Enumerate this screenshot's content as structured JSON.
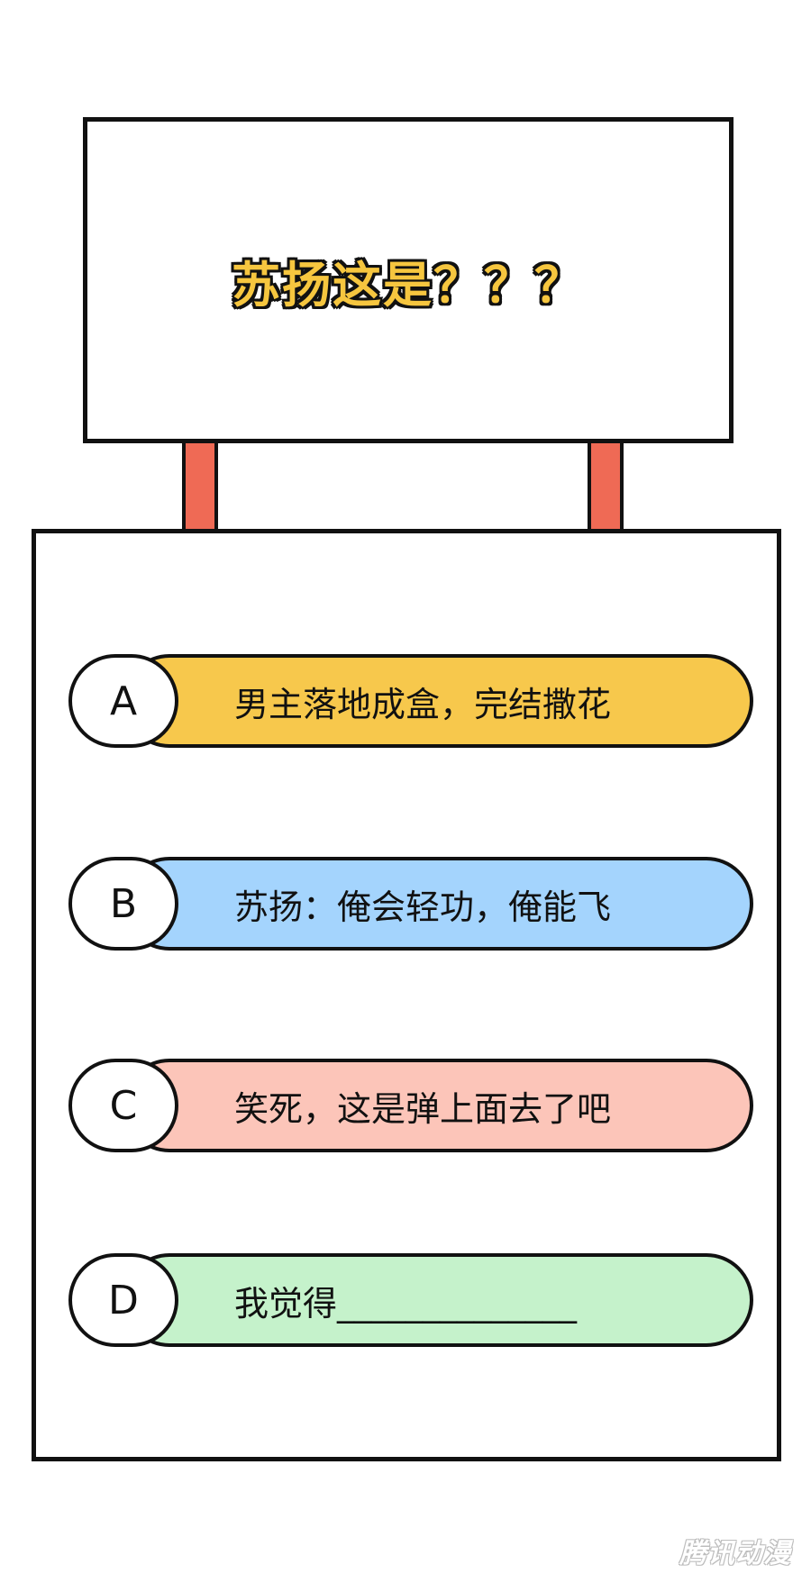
{
  "sign": {
    "title": "苏扬这是？？？"
  },
  "options": [
    {
      "letter": "A",
      "text": "男主落地成盒，完结撒花",
      "color": "#f7c84c"
    },
    {
      "letter": "B",
      "text": "苏扬：俺会轻功，俺能飞",
      "color": "#a4d4fd"
    },
    {
      "letter": "C",
      "text": "笑死，这是弹上面去了吧",
      "color": "#fcc5b9"
    },
    {
      "letter": "D",
      "text": "我觉得______________",
      "color": "#c5f2cb"
    }
  ],
  "colors": {
    "post": "#ef6a55",
    "title_fill": "#f6c63f",
    "outline": "#111111"
  },
  "watermark": "腾讯动漫"
}
